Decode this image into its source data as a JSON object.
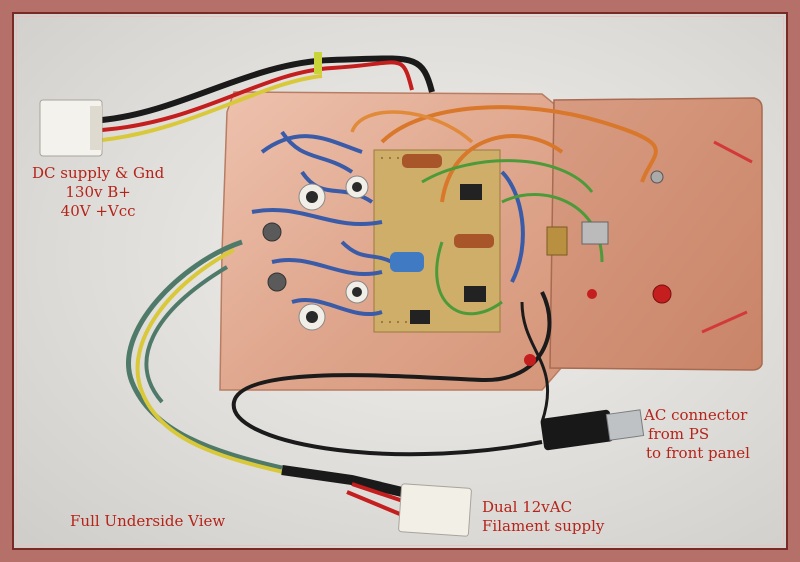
{
  "captions": {
    "dc_supply": [
      "DC supply & Gnd",
      "130v B+",
      "40V +Vcc"
    ],
    "ac_connector": [
      "AC  connector",
      "from PS",
      "to front panel"
    ],
    "filament": [
      "Dual 12vAC",
      "Filament supply"
    ],
    "view": "Full Underside View"
  },
  "colors": {
    "caption_text": "#b5241a",
    "frame": "#b5706a",
    "background": "#e8e7e4",
    "copper": "#e0a890",
    "blue_wire": "#3a5ba8",
    "orange_wire": "#d9772a",
    "black_wire": "#1a1a1a",
    "red_wire": "#c41e1e",
    "green_wire": "#4d9a3a",
    "yellow_wire": "#d8c83a"
  }
}
